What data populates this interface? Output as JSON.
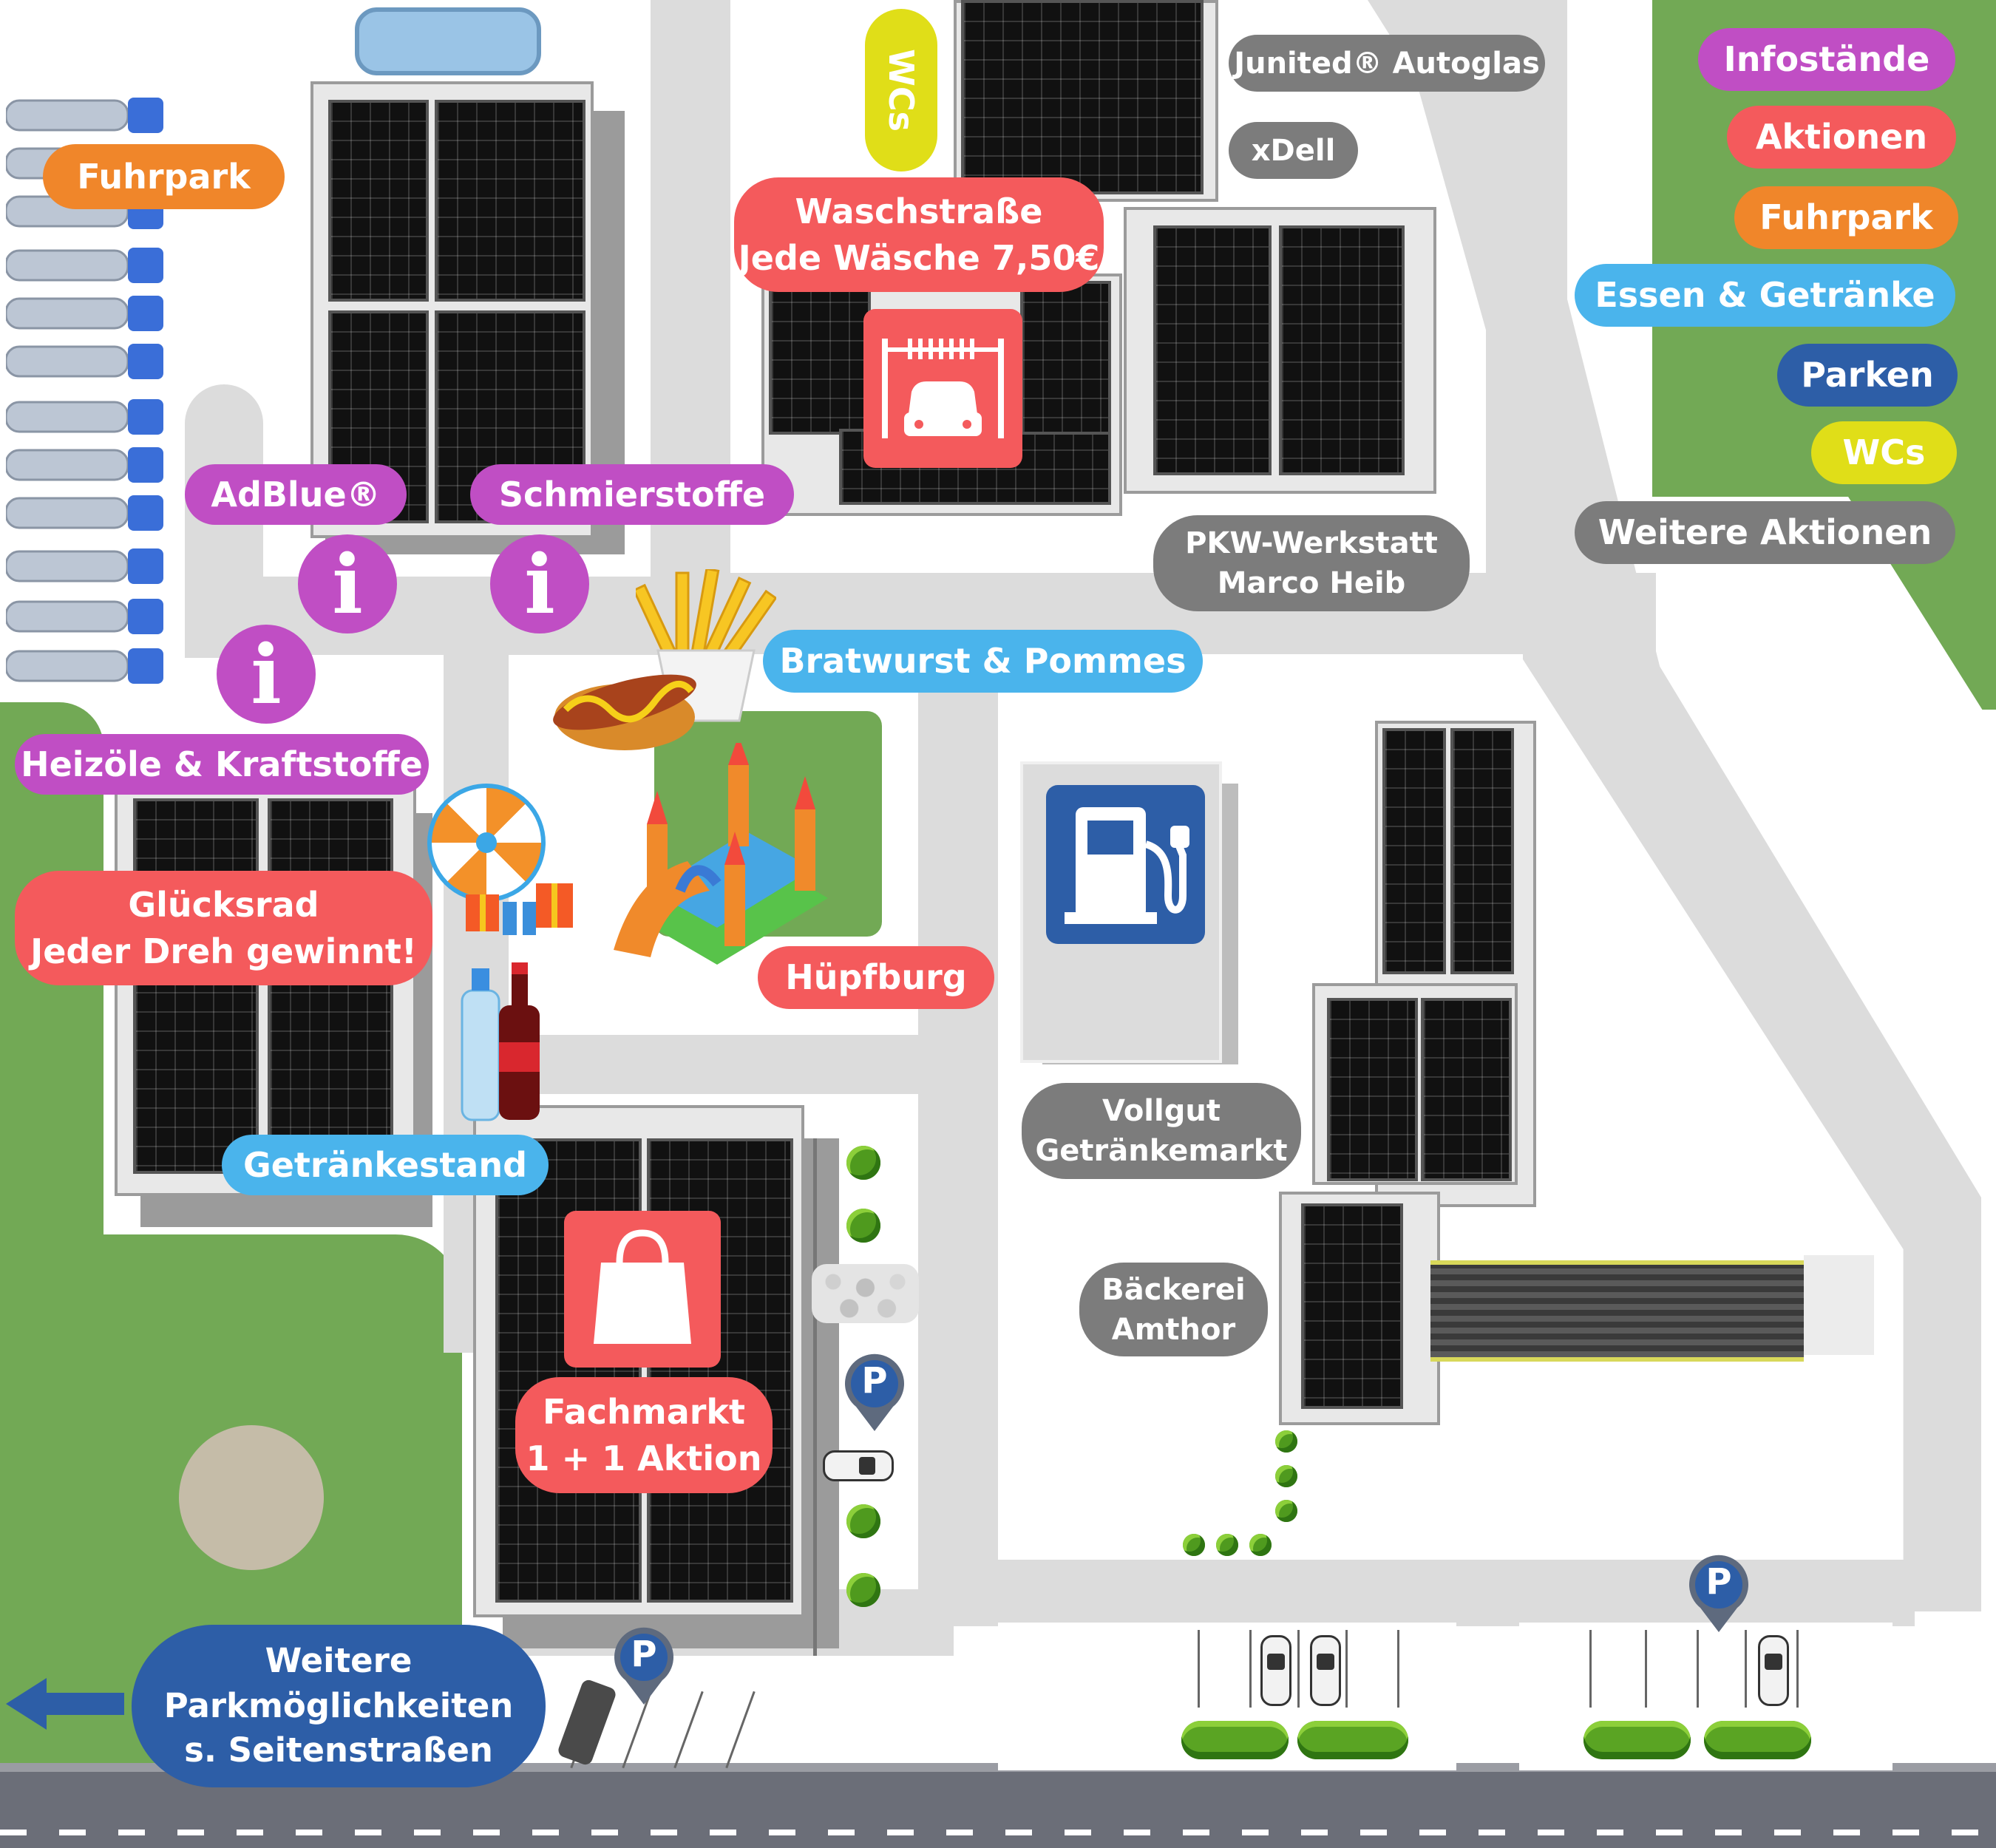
{
  "legend": {
    "infostaende": "Infostände",
    "aktionen": "Aktionen",
    "fuhrpark": "Fuhrpark",
    "essen": "Essen & Getränke",
    "parken": "Parken",
    "wcs": "WCs",
    "weitere": "Weitere Aktionen"
  },
  "labels": {
    "fuhrpark": "Fuhrpark",
    "adblue": "AdBlue®",
    "schmierstoffe": "Schmierstoffe",
    "heizoele": "Heizöle & Kraftstoffe",
    "gluecksrad_1": "Glücksrad",
    "gluecksrad_2": "Jeder Dreh gewinnt!",
    "waschstrasse_1": "Waschstraße",
    "waschstrasse_2": "Jede Wäsche 7,50€",
    "wcs": "WCs",
    "junited": "Junited® Autoglas",
    "xdell": "xDell",
    "pkw_1": "PKW-Werkstatt",
    "pkw_2": "Marco Heib",
    "bratwurst": "Bratwurst & Pommes",
    "huepfburg": "Hüpfburg",
    "getraenkestand": "Getränkestand",
    "vollgut_1": "Vollgut",
    "vollgut_2": "Getränkemarkt",
    "baeckerei_1": "Bäckerei",
    "baeckerei_2": "Amthor",
    "fachmarkt_1": "Fachmarkt",
    "fachmarkt_2": "1 + 1 Aktion",
    "weitere_park_1": "Weitere",
    "weitere_park_2": "Parkmöglichkeiten",
    "weitere_park_3": "s. Seitenstraßen"
  },
  "symbols": {
    "info": "i",
    "parking": "P"
  },
  "colors": {
    "infostaende": "#c04ec4",
    "aktionen": "#f45a5c",
    "fuhrpark": "#f0862a",
    "essen": "#4ab4ec",
    "parken": "#2d5ea7",
    "wcs": "#e0de18",
    "weitere": "#7c7c7c",
    "grass": "#72a955",
    "road": "#dcdcdc",
    "street": "#6b6e78"
  }
}
